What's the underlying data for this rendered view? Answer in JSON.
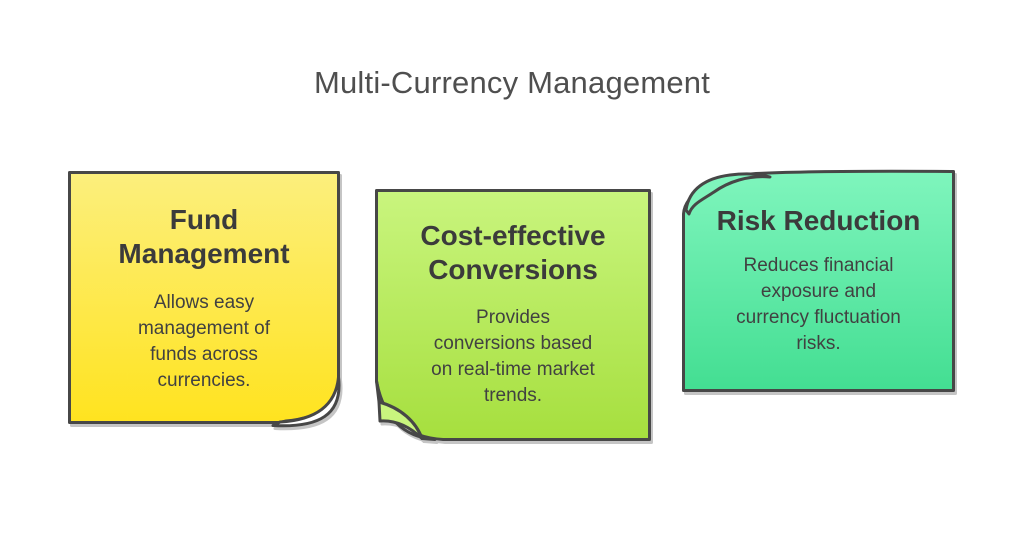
{
  "page": {
    "title": "Multi-Currency Management",
    "background_color": "#ffffff"
  },
  "colors": {
    "outline": "#474747",
    "page_title_text": "#4f4f4f",
    "card_title_text": "#3b3b3b",
    "card_body_text": "#414141",
    "fold_underside": "#ffffff"
  },
  "cards": [
    {
      "id": "fund-management",
      "fold_corner": "bottom-right",
      "color_top": "#fcef7d",
      "color_bottom": "#ffe31f",
      "title": "Fund Management",
      "title_lines": [
        "Fund",
        "Management"
      ],
      "body": "Allows easy management of funds across currencies.",
      "body_lines": [
        "Allows easy",
        "management of",
        "funds across",
        "currencies."
      ]
    },
    {
      "id": "cost-effective-conversions",
      "fold_corner": "bottom-left",
      "color_top": "#c9f57e",
      "color_bottom": "#a6df3e",
      "title": "Cost-effective Conversions",
      "title_lines": [
        "Cost-effective",
        "Conversions"
      ],
      "body": "Provides conversions based on real-time market trends.",
      "body_lines": [
        "Provides",
        "conversions based",
        "on real-time market",
        "trends."
      ]
    },
    {
      "id": "risk-reduction",
      "fold_corner": "top-left",
      "color_top": "#7ff5bd",
      "color_bottom": "#43de92",
      "title": "Risk Reduction",
      "title_lines": [
        "Risk Reduction"
      ],
      "body": "Reduces financial exposure and currency fluctuation risks.",
      "body_lines": [
        "Reduces financial",
        "exposure and",
        "currency fluctuation",
        "risks."
      ]
    }
  ]
}
